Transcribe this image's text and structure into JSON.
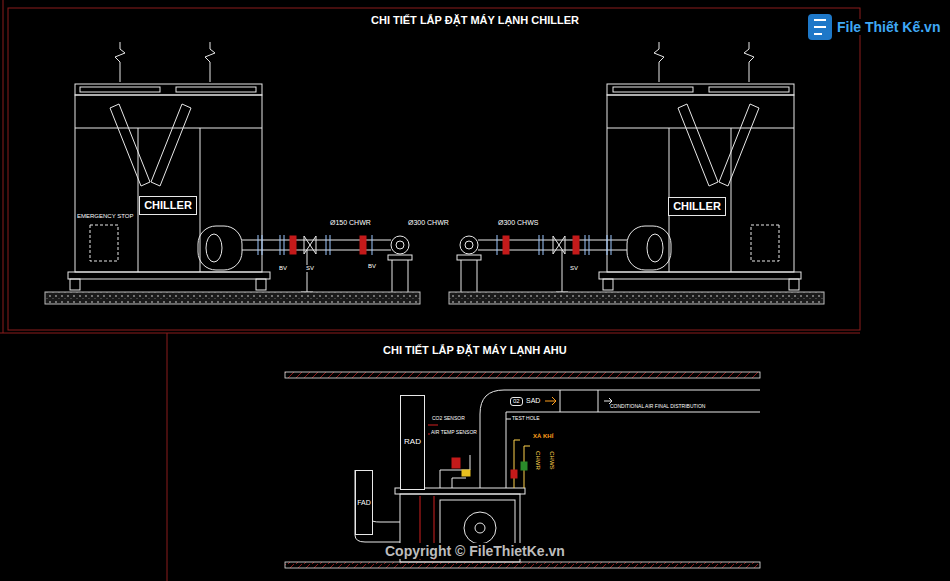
{
  "diagram": {
    "title": "CHI TIẾT LẮP ĐẶT MÁY LẠNH CHILLER",
    "nodes": [
      {
        "text": [
          "CHILLER"
        ]
      },
      {
        "text": [
          "CHILLER"
        ]
      },
      {
        "text": [
          "RAD"
        ]
      },
      {
        "text": [
          "FAD"
        ]
      }
    ],
    "labels": [
      "CHI TIẾT LẮP ĐẶT MÁY LẠNH AHU",
      "EMERGENCY STOP",
      "Ø150 CHWR",
      "Ø300 CHWR",
      "Ø300 CHWS",
      "BV",
      "SV",
      "BV",
      "SV",
      "SAD",
      "02",
      "CONDITIONAL AIR FINAL DISTRIBUTION",
      "CO2 SENSOR",
      "AIR TEMP SENSOR",
      "TEST HOLE",
      "XẢ KHÍ",
      "CHWR",
      "CHWS",
      "Copyright © FileThietKe.vn",
      "File Thiết Kế.vn"
    ]
  }
}
